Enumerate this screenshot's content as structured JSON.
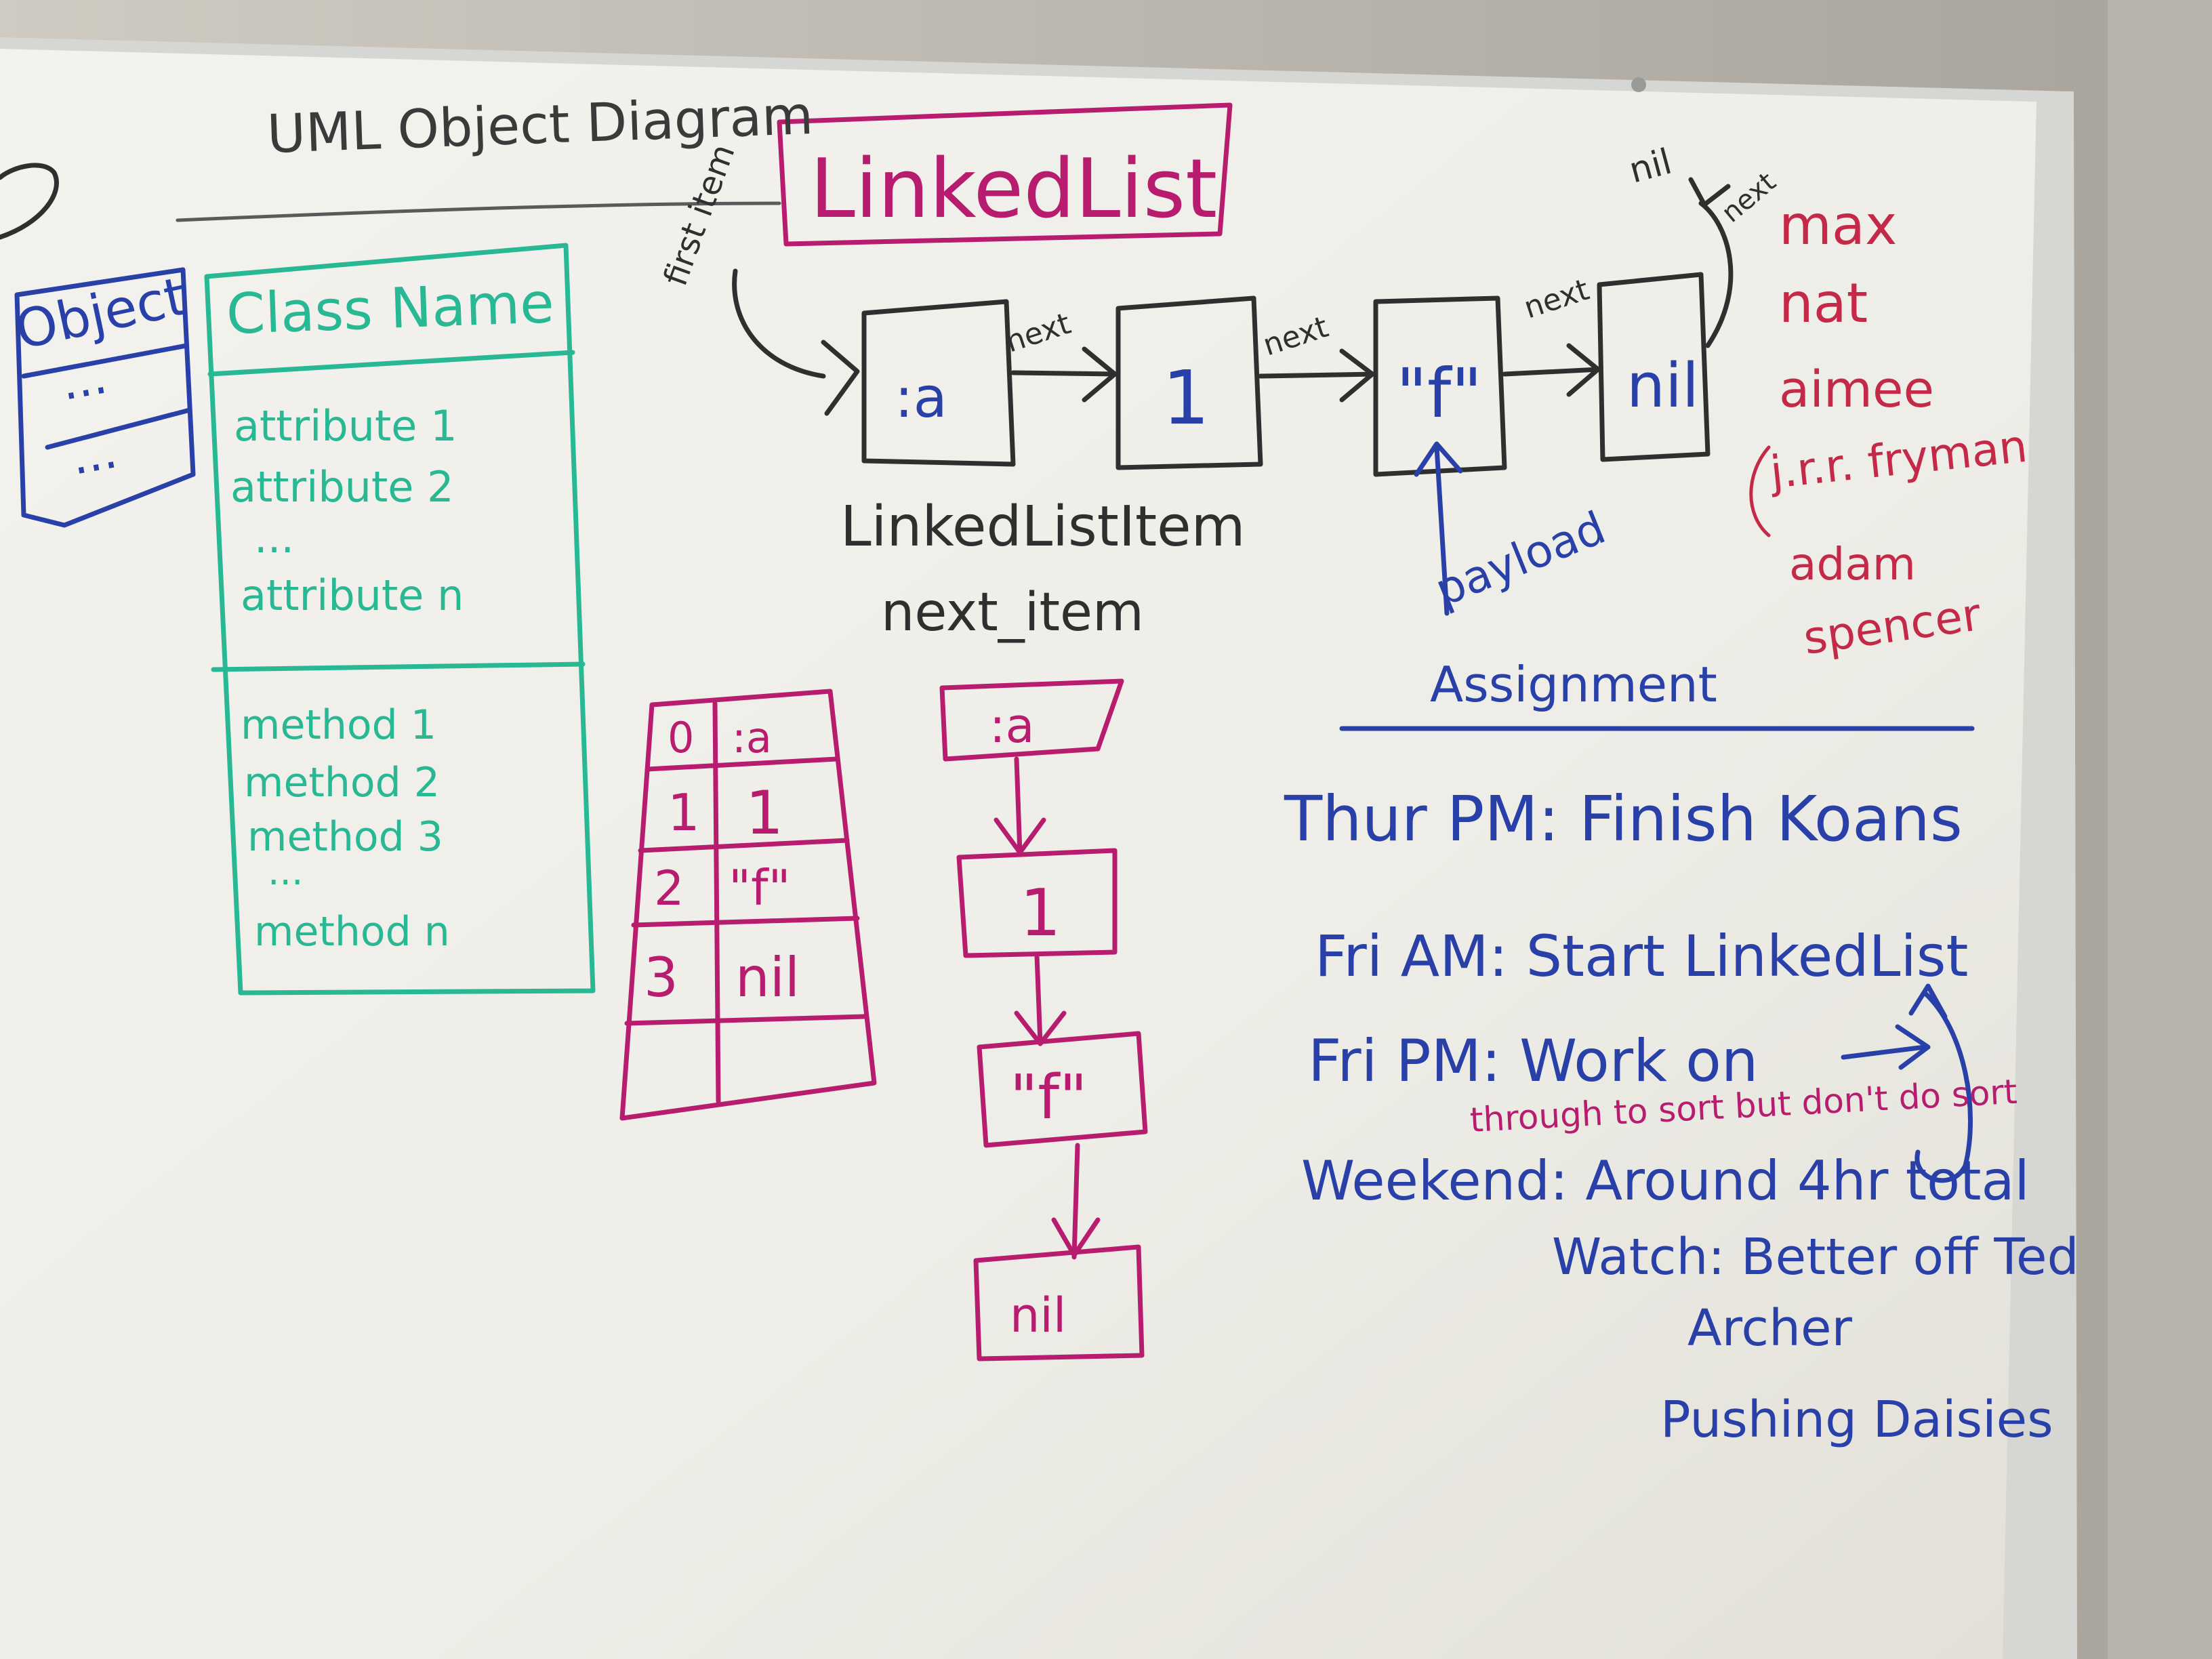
{
  "colors": {
    "black": "#2f2f2f",
    "magenta": "#b81c6e",
    "blue": "#2840a8",
    "teal": "#28b894",
    "red": "#c42a48",
    "board": "#f1f0eb",
    "wall": "#cfcbc2",
    "frame": "#dcdcd8"
  },
  "header": {
    "uml_title": "UML Object Diagram",
    "linked_list": "LinkedList"
  },
  "object_box": {
    "title": "Object",
    "row1": "...",
    "row2": "..."
  },
  "class_diagram": {
    "class_name": "Class Name",
    "attributes": [
      "attribute 1",
      "attribute 2",
      "...",
      "attribute n"
    ],
    "methods": [
      "method 1",
      "method 2",
      "method 3",
      "...",
      "method n"
    ]
  },
  "linked_nodes": {
    "first_item_label": "first item",
    "values": [
      ":a",
      "1",
      "\"f\"",
      "nil"
    ],
    "next_labels": [
      "next",
      "next",
      "next",
      "next"
    ],
    "nil_label": "nil",
    "node_class": "LinkedListItem",
    "next_item": "next_item",
    "payload": "payload"
  },
  "array_table": {
    "rows": [
      {
        "index": "0",
        "value": ":a"
      },
      {
        "index": "1",
        "value": "1"
      },
      {
        "index": "2",
        "value": "\"f\""
      },
      {
        "index": "3",
        "value": "nil"
      }
    ]
  },
  "vertical_chain": {
    "values": [
      ":a",
      "1",
      "\"f\"",
      "nil"
    ]
  },
  "names": [
    "max",
    "nat",
    "aimee",
    "j.r.r. fryman",
    "adam",
    "spencer"
  ],
  "assignment": {
    "title": "Assignment",
    "lines": [
      "Thur PM: Finish Koans",
      "Fri AM: Start LinkedList",
      "Fri PM: Work on",
      "Weekend: Around 4hr total",
      "Watch: Better off Ted",
      "Archer",
      "Pushing Daisies"
    ],
    "inserted_note": "through to sort but don't do sort"
  }
}
